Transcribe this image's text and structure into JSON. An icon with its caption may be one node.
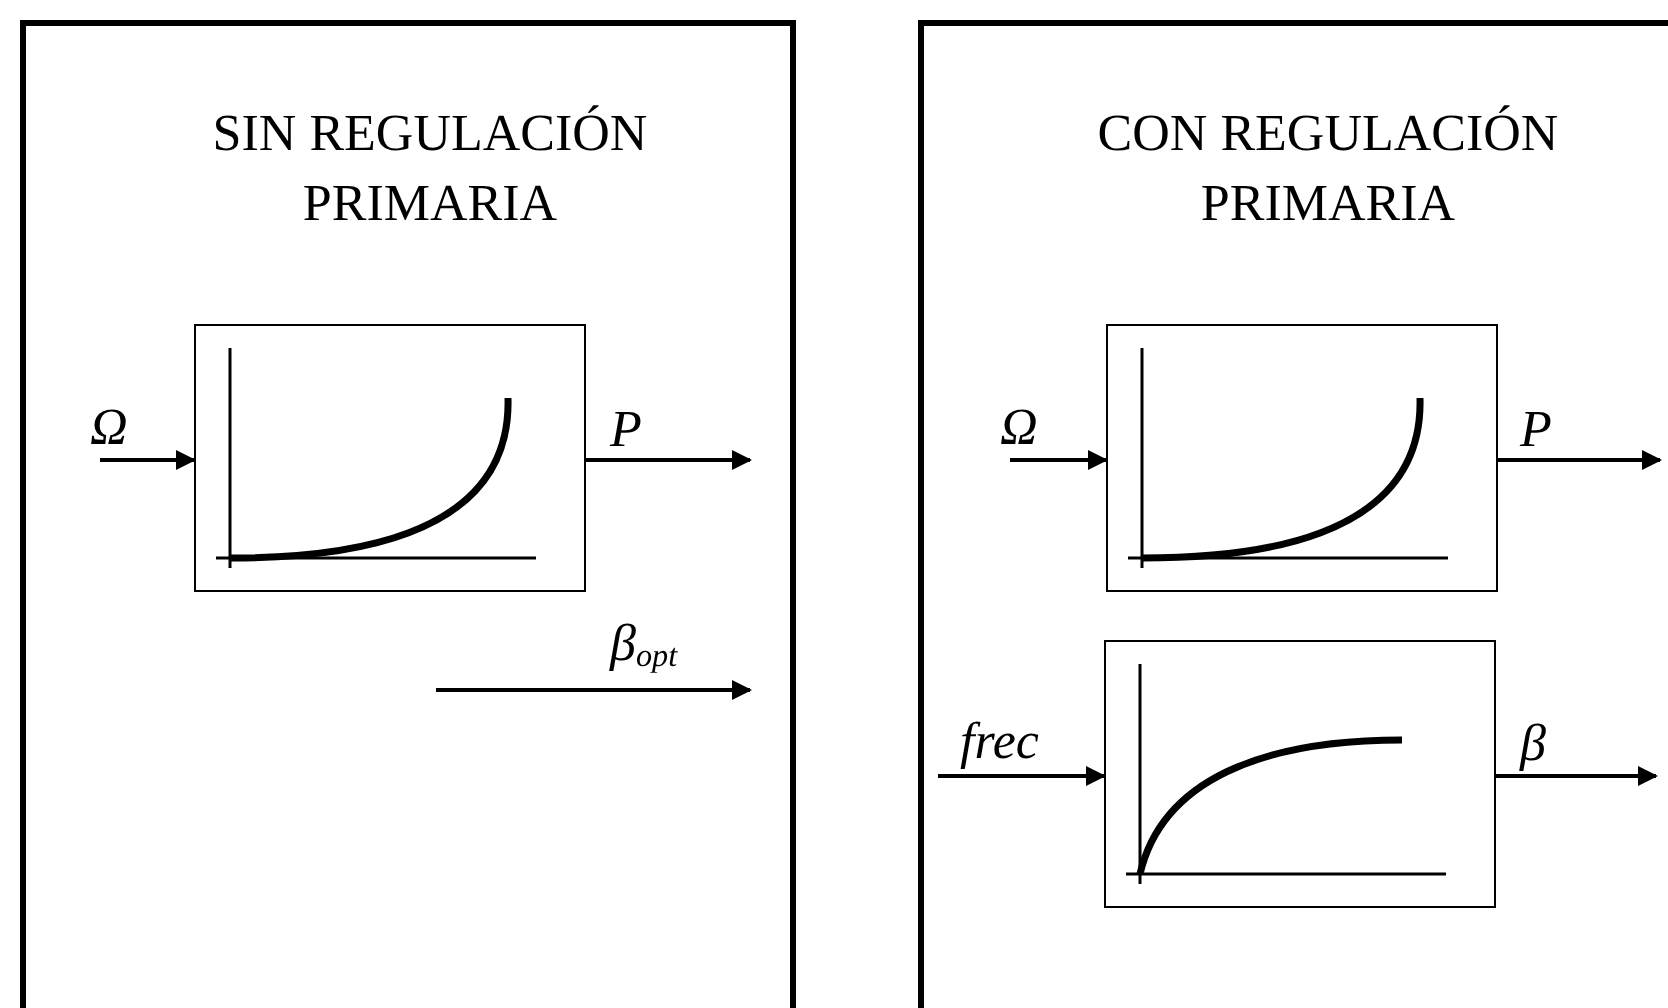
{
  "diagram": {
    "nodes": [
      {
        "text": [
          "SIN REGULACIÓN PRIMARIA"
        ]
      },
      {
        "text": [],
        "shape": "box",
        "in": 0
      },
      {
        "text": [
          "CON REGULACIÓN PRIMARIA"
        ]
      },
      {
        "text": [],
        "shape": "box",
        "in": 2
      },
      {
        "text": [],
        "shape": "box",
        "in": 2
      }
    ],
    "edges": [
      {
        "from": null,
        "to": 1,
        "arrow": "to",
        "label": "Ω"
      },
      {
        "from": 1,
        "to": null,
        "arrow": "to",
        "label": "P"
      },
      {
        "from": null,
        "to": 3,
        "arrow": "to",
        "label": "Ω"
      },
      {
        "from": 3,
        "to": null,
        "arrow": "to",
        "label": "P"
      },
      {
        "from": null,
        "to": 4,
        "arrow": "to",
        "label": "frec"
      },
      {
        "from": 4,
        "to": null,
        "arrow": "to",
        "label": "β"
      }
    ],
    "labels": [
      "β$_{opt}$"
    ]
  }
}
